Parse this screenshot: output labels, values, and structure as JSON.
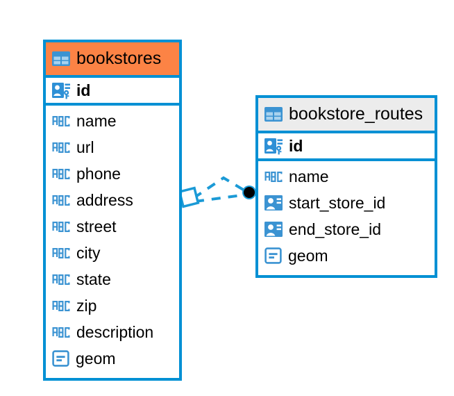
{
  "diagram": {
    "title": "bookstores / bookstore_routes entity relationship diagram",
    "colors": {
      "border_blue": "#0090d4",
      "header_orange": "#fc8345",
      "header_grey": "#ececec",
      "icon_blue": "#3b93d2",
      "icon_blue_strong": "#2e90d6",
      "relation_line": "#1b9ad6",
      "relation_dot": "#000000",
      "text": "#000000",
      "background": "#ffffff"
    },
    "entities": [
      {
        "name": "bookstores",
        "header_icon": "table-grid-icon",
        "header_style": "accent-orange",
        "primary_key": {
          "label": "id",
          "icon": "primary-key-icon",
          "type": "primary-key"
        },
        "fields": [
          {
            "label": "name",
            "icon": "text-type-icon",
            "type": "text"
          },
          {
            "label": "url",
            "icon": "text-type-icon",
            "type": "text"
          },
          {
            "label": "phone",
            "icon": "text-type-icon",
            "type": "text"
          },
          {
            "label": "address",
            "icon": "text-type-icon",
            "type": "text"
          },
          {
            "label": "street",
            "icon": "text-type-icon",
            "type": "text"
          },
          {
            "label": "city",
            "icon": "text-type-icon",
            "type": "text"
          },
          {
            "label": "state",
            "icon": "text-type-icon",
            "type": "text"
          },
          {
            "label": "zip",
            "icon": "text-type-icon",
            "type": "text"
          },
          {
            "label": "description",
            "icon": "text-type-icon",
            "type": "text"
          },
          {
            "label": "geom",
            "icon": "geometry-type-icon",
            "type": "geometry"
          }
        ]
      },
      {
        "name": "bookstore_routes",
        "header_icon": "table-grid-icon",
        "header_style": "accent-grey",
        "primary_key": {
          "label": "id",
          "icon": "primary-key-icon",
          "type": "primary-key"
        },
        "fields": [
          {
            "label": "name",
            "icon": "text-type-icon",
            "type": "text"
          },
          {
            "label": "start_store_id",
            "icon": "foreign-key-icon",
            "type": "foreign-key"
          },
          {
            "label": "end_store_id",
            "icon": "foreign-key-icon",
            "type": "foreign-key"
          },
          {
            "label": "geom",
            "icon": "geometry-type-icon",
            "type": "geometry"
          }
        ]
      }
    ],
    "relationships": [
      {
        "from_entity": "bookstores",
        "to_entity": "bookstore_routes",
        "from_marker": "diamond-marker",
        "to_marker": "filled-dot-marker",
        "line_style": "dashed"
      },
      {
        "from_entity": "bookstores",
        "to_entity": "bookstore_routes",
        "from_marker": "diamond-marker",
        "to_marker": "filled-dot-marker",
        "line_style": "dashed"
      }
    ]
  }
}
